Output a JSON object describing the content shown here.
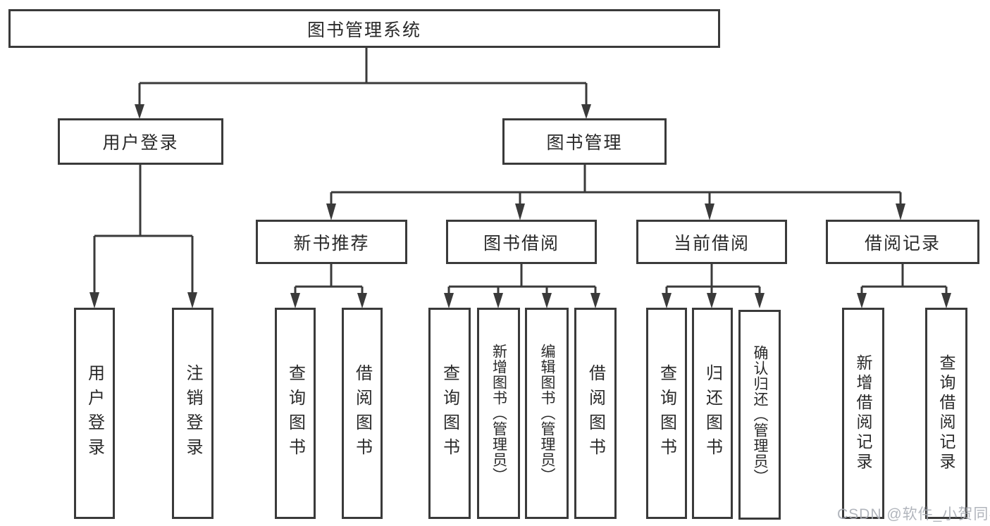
{
  "diagram": {
    "title": "图书管理系统",
    "tree": {
      "root": {
        "label": "图书管理系统"
      },
      "login": {
        "label": "用户登录",
        "children": [
          "用户登录",
          "注销登录"
        ]
      },
      "management": {
        "label": "图书管理"
      },
      "modules": [
        {
          "label": "新书推荐",
          "children": [
            "查询图书",
            "借阅图书"
          ]
        },
        {
          "label": "图书借阅",
          "children": [
            "查询图书",
            "新增图书（管理员）",
            "编辑图书（管理员）",
            "借阅图书"
          ]
        },
        {
          "label": "当前借阅",
          "children": [
            "查询图书",
            "归还图书",
            "确认归还（管理员）"
          ]
        },
        {
          "label": "借阅记录",
          "children": [
            "新增借阅记录",
            "查询借阅记录"
          ]
        }
      ]
    },
    "colors": {
      "border": "#3a3a3a",
      "connector": "#3a3a3a",
      "text": "#2a2a2a",
      "background": "#ffffff",
      "watermark": "#a9adb5"
    }
  },
  "watermark": {
    "text": "CSDN @软件_小贺同学"
  }
}
